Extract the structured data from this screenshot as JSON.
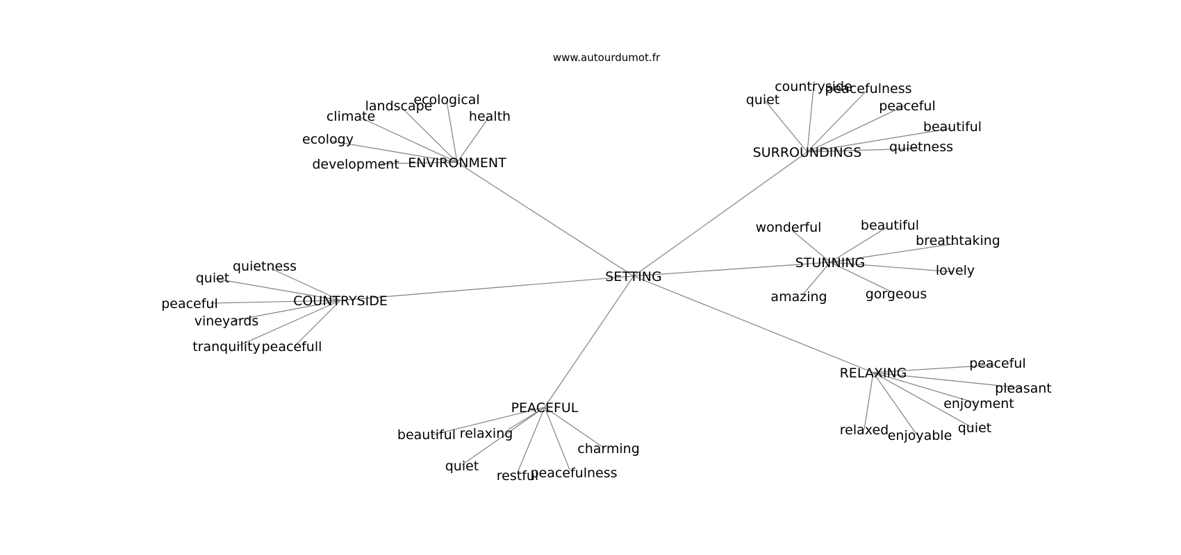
{
  "credit": "www.autourdumot.fr",
  "center": "SETTING",
  "clusters": [
    {
      "hub": "ENVIRONMENT",
      "leaves": [
        "ecological",
        "landscape",
        "climate",
        "health",
        "ecology",
        "development"
      ]
    },
    {
      "hub": "SURROUNDINGS",
      "leaves": [
        "quiet",
        "countryside",
        "peacefulness",
        "peaceful",
        "beautiful",
        "quietness"
      ]
    },
    {
      "hub": "STUNNING",
      "leaves": [
        "wonderful",
        "beautiful",
        "breathtaking",
        "lovely",
        "amazing",
        "gorgeous"
      ]
    },
    {
      "hub": "COUNTRYSIDE",
      "leaves": [
        "quietness",
        "quiet",
        "peaceful",
        "vineyards",
        "tranquility",
        "peacefull"
      ]
    },
    {
      "hub": "RELAXING",
      "leaves": [
        "peaceful",
        "pleasant",
        "enjoyment",
        "relaxed",
        "enjoyable",
        "quiet"
      ]
    },
    {
      "hub": "PEACEFUL",
      "leaves": [
        "beautiful",
        "relaxing",
        "charming",
        "quiet",
        "restful",
        "peacefulness"
      ]
    }
  ]
}
